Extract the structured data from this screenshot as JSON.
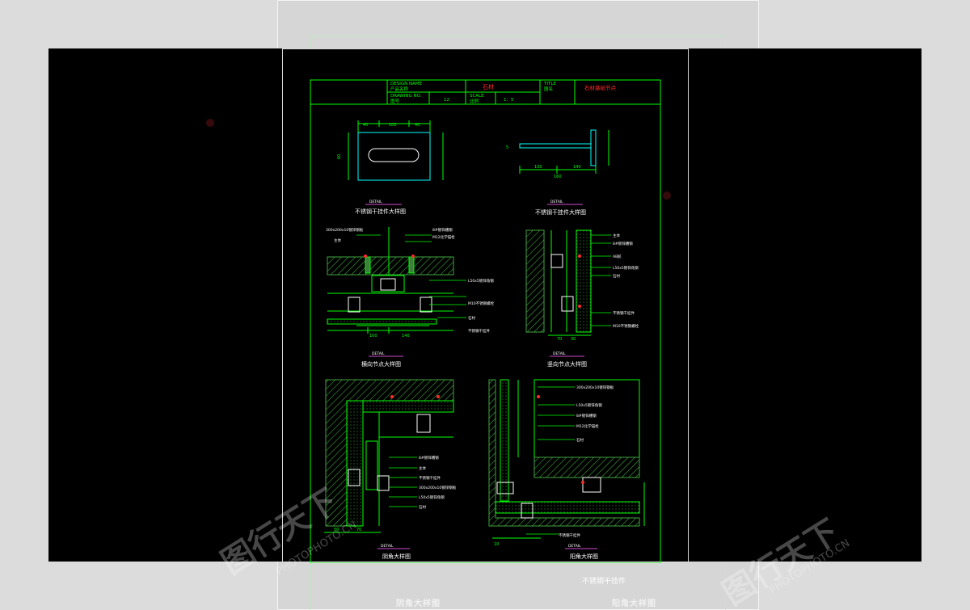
{
  "title_block": {
    "drawing_title": "石材",
    "sheet_name": "石材基础节点",
    "label_a": "DESIGN NAME",
    "label_a_cn": "产品名称",
    "label_b": "DRAWING NO.",
    "label_b_cn": "图号",
    "label_c": "TITLE",
    "label_c_cn": "图名",
    "label_d": "SCALE",
    "label_d_cn": "比例",
    "value_count": "12",
    "value_scale": "1：5"
  },
  "details": {
    "hanger_plan": "不锈钢干挂件大样图",
    "hanger_section": "不锈钢干挂件大样图",
    "horizontal_node": "横向节点大样图",
    "vertical_node": "竖向节点大样图",
    "inner_corner": "阴角大样图",
    "outer_corner": "阳角大样图"
  },
  "tags": {
    "detail_tag": "DETAIL"
  },
  "dims": {
    "d40": "40",
    "d100": "100",
    "d140": "140",
    "d60": "60",
    "d160": "160",
    "d70": "70",
    "d50": "50",
    "d30": "30",
    "d10": "10",
    "d5": "5"
  },
  "annotations": {
    "chemical_bolt": "M12化学锚栓",
    "plate": "300x200x10镀锌钢板",
    "steel_channel": "8#镀锌槽钢",
    "angle_steel": "L50x5镀锌角钢",
    "stone": "石材",
    "stainless_hanger": "不锈钢干挂件",
    "wall": "主体",
    "bolt": "M10不锈钢螺栓",
    "glue": "AB胶",
    "ghost_hanger": "不锈钢干挂件"
  },
  "ghost_captions": {
    "left": "阴角大样图",
    "right": "阳角大样图"
  },
  "watermark": {
    "brand": "图行天下",
    "domain": "PHOTOPHOTO.CN"
  },
  "colors": {
    "line_green": "#00ff00",
    "hatch_green": "#3fa53f",
    "cyan": "#00ffff",
    "red": "#ff2a2a",
    "magenta": "#d04cd0",
    "white": "#ffffff"
  }
}
